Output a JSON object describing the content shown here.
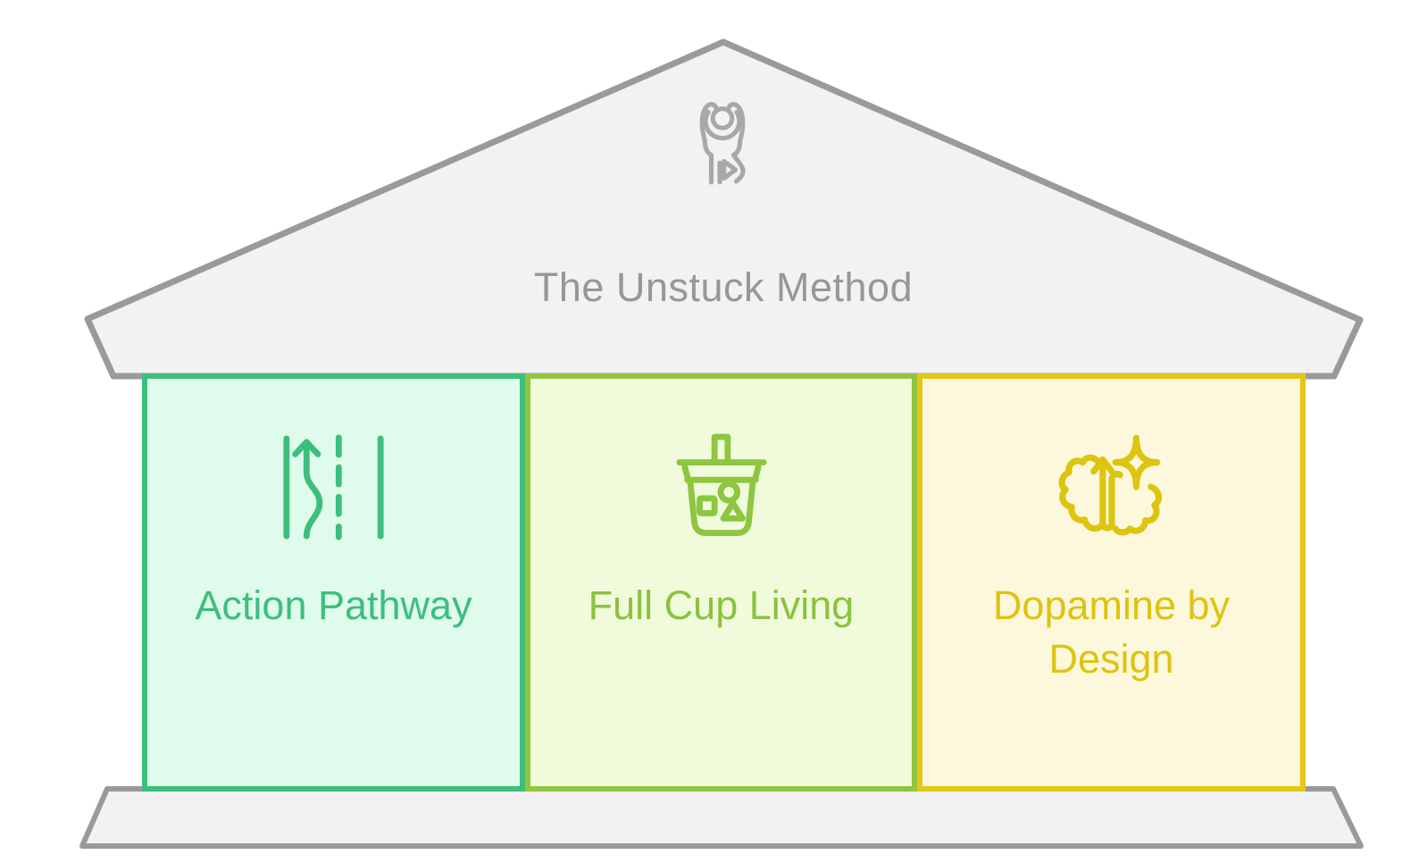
{
  "diagram": {
    "title": "The Unstuck Method",
    "roof": {
      "icon": "celebrating-person-icon"
    },
    "pillars": [
      {
        "id": "action-pathway",
        "label": "Action Pathway",
        "icon": "winding-path-icon",
        "fill": "#dffbec",
        "border": "#3dbe7d",
        "text_color": "#3dbe7d",
        "icon_color": "#3dbe7d"
      },
      {
        "id": "full-cup-living",
        "label": "Full Cup Living",
        "icon": "drink-cup-icon",
        "fill": "#f0fbdc",
        "border": "#92c53f",
        "text_color": "#8bc23e",
        "icon_color": "#8ec63f"
      },
      {
        "id": "dopamine-by-design",
        "label": "Dopamine by Design",
        "icon": "brain-sparkle-icon",
        "fill": "#fdf8dc",
        "border": "#e3c713",
        "text_color": "#dec311",
        "icon_color": "#ddc40e"
      }
    ],
    "theme": {
      "background": "#ffffff",
      "structure_fill": "#f2f2f4",
      "structure_border": "#9a9a9b",
      "title_color": "#97979a",
      "roof_icon_color": "#a8a8a8"
    }
  }
}
